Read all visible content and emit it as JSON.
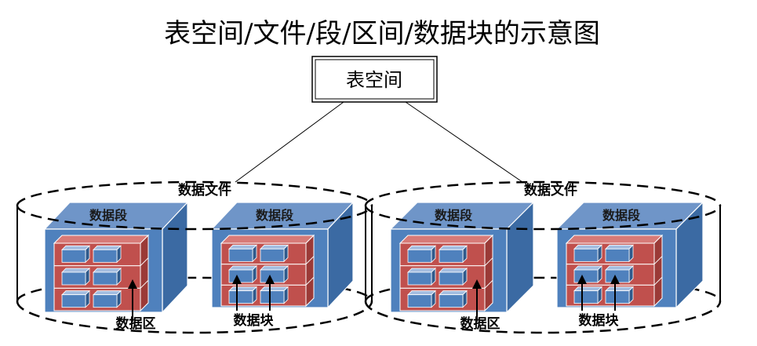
{
  "title": "表空间/文件/段/区间/数据块的示意图",
  "tablespace_label": "表空间",
  "datafiles": [
    {
      "label": "数据文件",
      "segments": [
        {
          "label": "数据段",
          "extent_label": "数据区",
          "block_label": ""
        },
        {
          "label": "数据段",
          "extent_label": "",
          "block_label": "数据块"
        }
      ]
    },
    {
      "label": "数据文件",
      "segments": [
        {
          "label": "数据段",
          "extent_label": "数据区",
          "block_label": ""
        },
        {
          "label": "数据段",
          "extent_label": "",
          "block_label": "数据块"
        }
      ]
    }
  ],
  "colors": {
    "segment_front": "#4f81bd",
    "segment_top": "#6f95c8",
    "segment_side": "#3b6aa3",
    "extent_front": "#c0504d",
    "extent_top": "#d77a77",
    "extent_side": "#9b3a37",
    "block_front": "#4f81bd",
    "block_top": "#a3bde0",
    "block_side": "#2f5a8c"
  }
}
